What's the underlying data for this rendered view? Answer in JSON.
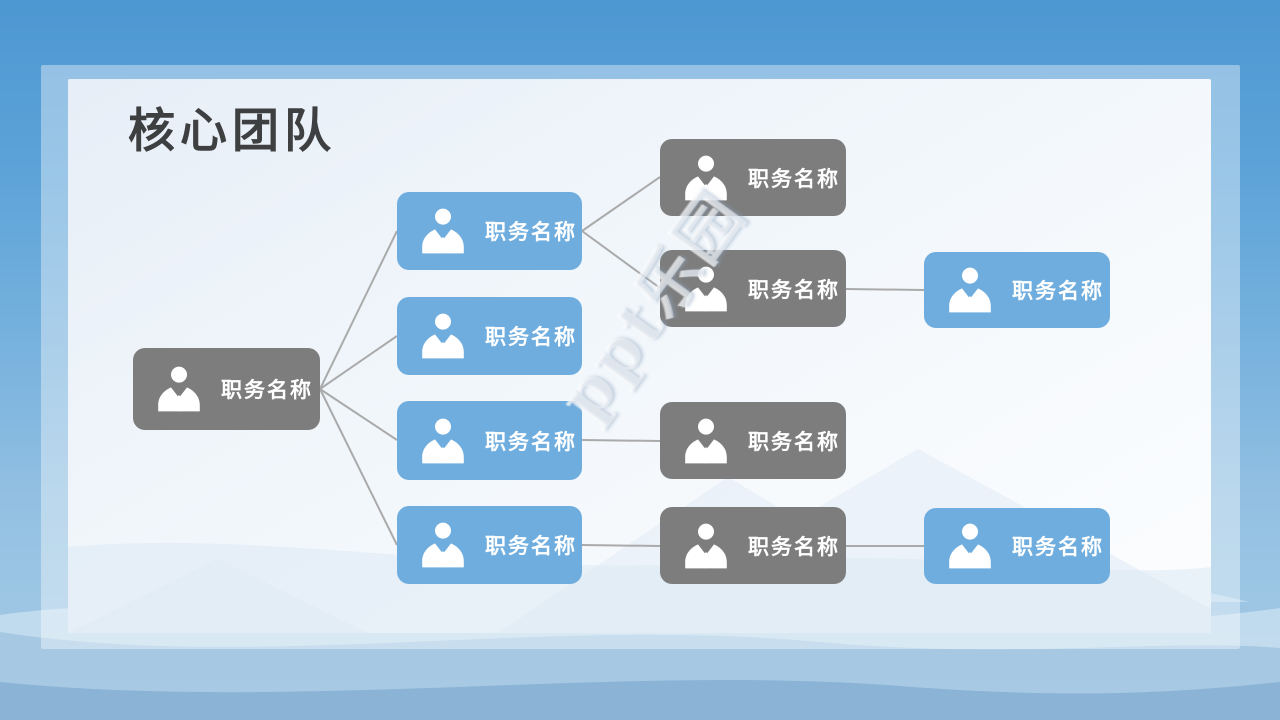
{
  "slide": {
    "title": "核心团队",
    "watermark": "ppt乐园",
    "colors": {
      "background_blue": "#4d97d2",
      "node_blue": "#6fadde",
      "node_gray": "#7d7d7d",
      "connector_gray": "#aaaaaa",
      "title_color": "#3d3f41"
    }
  },
  "diagram": {
    "type": "org-chart",
    "node_label": "职务名称",
    "nodes": [
      {
        "id": "root",
        "level": 1,
        "color": "gray",
        "label": "职务名称",
        "parent": null
      },
      {
        "id": "b1",
        "level": 2,
        "color": "blue",
        "label": "职务名称",
        "parent": "root"
      },
      {
        "id": "b2",
        "level": 2,
        "color": "blue",
        "label": "职务名称",
        "parent": "root"
      },
      {
        "id": "b3",
        "level": 2,
        "color": "blue",
        "label": "职务名称",
        "parent": "root"
      },
      {
        "id": "b4",
        "level": 2,
        "color": "blue",
        "label": "职务名称",
        "parent": "root"
      },
      {
        "id": "g1",
        "level": 3,
        "color": "gray",
        "label": "职务名称",
        "parent": "b1"
      },
      {
        "id": "g2",
        "level": 3,
        "color": "gray",
        "label": "职务名称",
        "parent": "b1"
      },
      {
        "id": "g3",
        "level": 3,
        "color": "gray",
        "label": "职务名称",
        "parent": "b3"
      },
      {
        "id": "g4",
        "level": 3,
        "color": "gray",
        "label": "职务名称",
        "parent": "b4"
      },
      {
        "id": "r1",
        "level": 4,
        "color": "blue",
        "label": "职务名称",
        "parent": "g2"
      },
      {
        "id": "r2",
        "level": 4,
        "color": "blue",
        "label": "职务名称",
        "parent": "g4"
      }
    ],
    "edges": [
      {
        "from": "root",
        "to": "b1"
      },
      {
        "from": "root",
        "to": "b2"
      },
      {
        "from": "root",
        "to": "b3"
      },
      {
        "from": "root",
        "to": "b4"
      },
      {
        "from": "b1",
        "to": "g1"
      },
      {
        "from": "b1",
        "to": "g2"
      },
      {
        "from": "g2",
        "to": "r1"
      },
      {
        "from": "b3",
        "to": "g3"
      },
      {
        "from": "b4",
        "to": "g4"
      },
      {
        "from": "g4",
        "to": "r2"
      }
    ]
  }
}
